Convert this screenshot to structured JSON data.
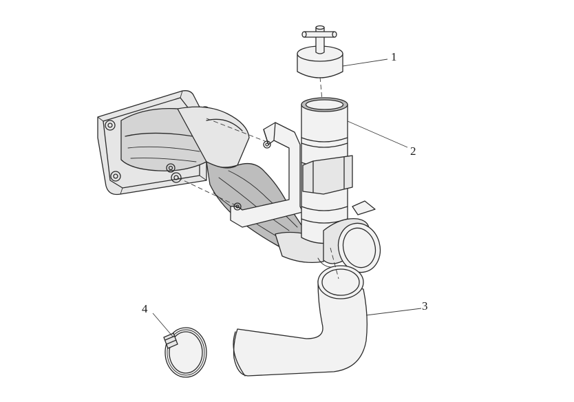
{
  "diagram": {
    "callouts": [
      {
        "number": "1",
        "part": "vent-cap"
      },
      {
        "number": "2",
        "part": "filler-neck"
      },
      {
        "number": "3",
        "part": "elbow-hose"
      },
      {
        "number": "4",
        "part": "hose-clamp"
      }
    ]
  }
}
